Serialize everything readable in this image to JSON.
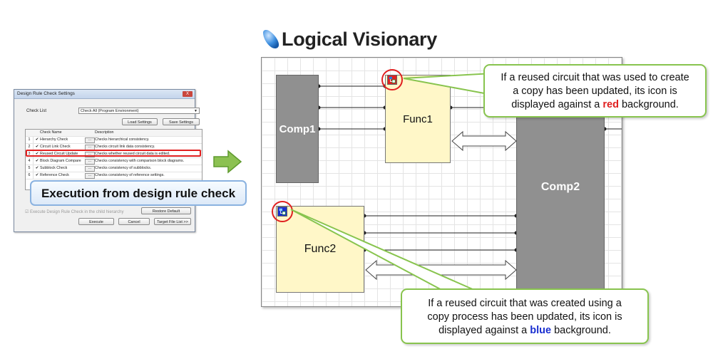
{
  "dialog": {
    "title": "Design Rule Check Settings",
    "close_label": "X",
    "check_list_label": "Check List",
    "check_list_value": "Check All (Program Environment)",
    "load_settings": "Load Settings",
    "save_settings": "Save Settings",
    "columns": {
      "name": "Check Name",
      "description": "Description"
    },
    "rows": [
      {
        "num": "1",
        "name": "Hierarchy Check",
        "desc": "Checks hierarchical consistency."
      },
      {
        "num": "2",
        "name": "Circuit Link Check",
        "desc": "Checks circuit link data consistency."
      },
      {
        "num": "3",
        "name": "Reused Circuit Update",
        "desc": "Checks whether reused circuit data is edited."
      },
      {
        "num": "4",
        "name": "Block Diagram Compare",
        "desc": "Checks consistency with comparison block diagrams."
      },
      {
        "num": "5",
        "name": "Subblock Check",
        "desc": "Checks consistency of subblocks."
      },
      {
        "num": "6",
        "name": "Reference Check",
        "desc": "Checks consistency of reference settings."
      }
    ],
    "dots_label": "...",
    "check_mark": "✔",
    "child_option": "Execute Design Rule Check in the child hierarchy",
    "restore_default": "Restore Default",
    "execute": "Execute",
    "cancel": "Cancel",
    "target_file_list": "Target File List >>"
  },
  "execution_label": "Execution from design rule check",
  "title": "Logical Visionary",
  "blocks": {
    "comp1": "Comp1",
    "func1": "Func1",
    "func2": "Func2",
    "comp2": "Comp2"
  },
  "callout_red": {
    "line1": "If a reused circuit that was used to create",
    "line2": "a copy has been updated, its icon is",
    "line3_pre": "displayed against a ",
    "emph": "red",
    "line3_post": " background."
  },
  "callout_blue": {
    "line1": "If a reused circuit that was created using a",
    "line2": "copy process has been updated, its icon is",
    "line3_pre": "displayed against a ",
    "emph": "blue",
    "line3_post": " background."
  },
  "colors": {
    "red": "#e02020",
    "blue": "#1a2fd0",
    "callout_border": "#88c44e",
    "func_fill": "#fff7c8",
    "comp_fill": "#909090"
  }
}
